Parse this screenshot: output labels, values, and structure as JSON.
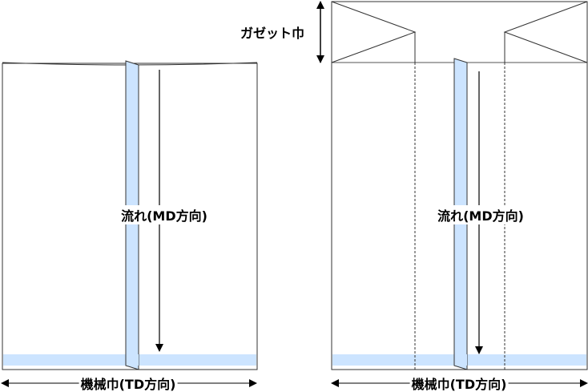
{
  "colors": {
    "seam": "#cce4ff",
    "line": "#333333"
  },
  "left_bag": {
    "flow_label": "流れ(MD方向)",
    "width_label": "機械巾(TD方向)"
  },
  "right_bag": {
    "flow_label": "流れ(MD方向)",
    "width_label": "機械巾(TD方向)",
    "gusset_label": "ガゼット巾"
  }
}
